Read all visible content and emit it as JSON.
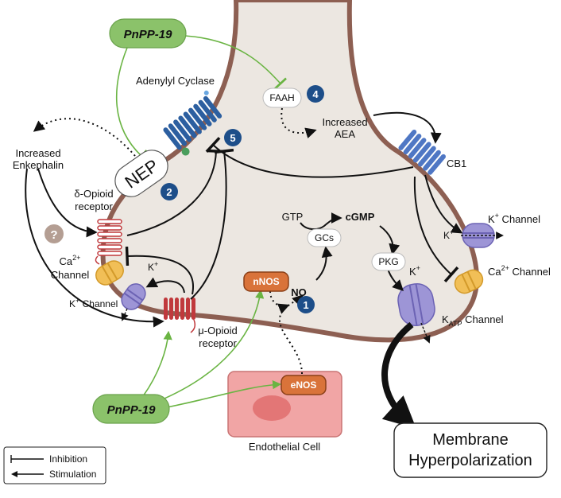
{
  "labels": {
    "pnpp_top": "PnPP-19",
    "pnpp_bottom": "PnPP-19",
    "adenylyl_cyclase": "Adenylyl Cyclase",
    "faah": "FAAH",
    "increased_aea_1": "Increased",
    "increased_aea_2": "AEA",
    "cb1": "CB1",
    "increased_enkephalin_1": "Increased",
    "increased_enkephalin_2": "Enkephalin",
    "nep": "NEP",
    "delta_receptor_1": "δ-Opioid",
    "delta_receptor_2": "receptor",
    "question": "?",
    "ca_channel_left_1": "Ca",
    "ca_channel_left_sup": "2+",
    "ca_channel_left_2": "Channel",
    "k_plus_left": "K",
    "k_plus_left_sup": "+",
    "k_channel_left": "K",
    "k_channel_left_sup": "+",
    "k_channel_left_2": " Channel",
    "mu_receptor_1": "μ-Opioid",
    "mu_receptor_2": "receptor",
    "gtp": "GTP",
    "cgmp": "cGMP",
    "gcs": "GCs",
    "pkg": "PKG",
    "nnos": "nNOS",
    "no": "NO",
    "enos": "eNOS",
    "k_channel_right": "K",
    "k_channel_right_sup": "+",
    "k_channel_right_2": " Channel",
    "k_plus_right": "K",
    "k_plus_right_sup": "+",
    "ca_channel_right_1": "Ca",
    "ca_channel_right_sup": "2+",
    "ca_channel_right_2": " Channel",
    "k_plus_katp": "K",
    "k_plus_katp_sup": "+",
    "katp_1": "K",
    "katp_sub": "ATP",
    "katp_2": " Channel",
    "endothelial_cell": "Endothelial Cell",
    "membrane_1": "Membrane",
    "membrane_2": "Hyperpolarization"
  },
  "steps": [
    "1",
    "2",
    "4",
    "5"
  ],
  "legend": {
    "inhibition": "Inhibition",
    "stimulation": "Stimulation"
  },
  "colors": {
    "neuron_fill": "#ece7e1",
    "membrane": "#8d5f52",
    "green_pill": "#8bc26a",
    "orange_pill": "#d9733a",
    "step_circle": "#1d4e89",
    "adenylyl": "#2c5fa0",
    "cb1": "#4f77c4",
    "k_channel": "#9d95d6",
    "ca_channel": "#f1bf57",
    "receptor_red": "#c0393c",
    "endothelial": "#f1a5a5",
    "green_arrow": "#6ab443"
  }
}
